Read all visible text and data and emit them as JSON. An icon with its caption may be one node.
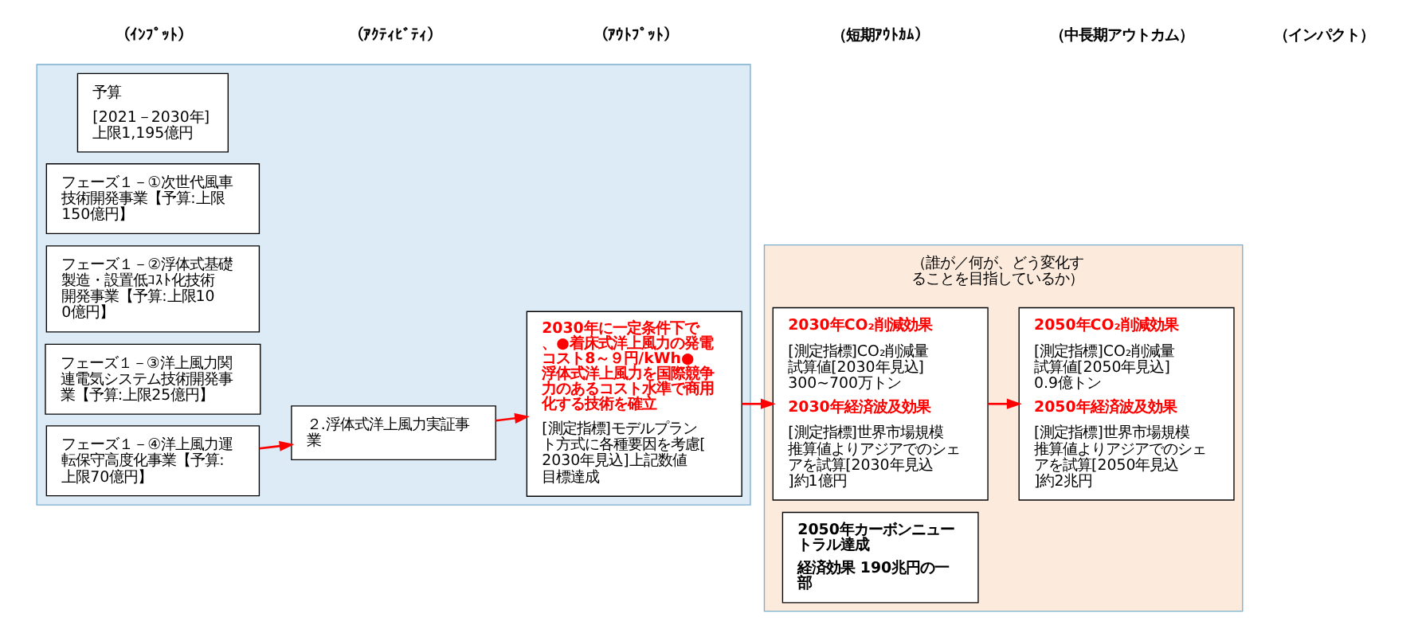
{
  "diagram": {
    "nodes": [
      {
        "text": [],
        "shape": "box"
      },
      {
        "text": [
          "予算",
          "[2021－2030年]上限1,195億円"
        ],
        "in": 0
      },
      {
        "text": [
          "フェーズ１－①次世代風車技術開発事業【予算:上限150億円】"
        ],
        "in": 0
      },
      {
        "text": [
          "フェーズ１－②浮体式基礎製造・設置低ｺｽﾄ化技術開発事業【予算:上限100億円】"
        ],
        "in": 0
      },
      {
        "text": [
          "フェーズ１－③洋上風力関連電気システム技術開発事業【予算:上限25億円】"
        ],
        "in": 0
      },
      {
        "text": [
          "フェーズ１－④洋上風力運転保守高度化事業【予算:上限70億円】"
        ],
        "in": 0
      },
      {
        "text": [
          "２.浮体式洋上風力実証事業"
        ],
        "in": 0
      },
      {
        "text": [
          "2030年に一定条件下で、●着床式洋上風力の発電コスト8～９円/kWh●浮体式洋上風力を国際競争力のあるコスト水準で商用化する技術を確立",
          "[測定指標]モデルプラント方式に各種要因を考慮[2030年見込]上記数値目標達成"
        ],
        "in": 0
      },
      {
        "text": [
          "（誰が／何が、どう変化することを目指しているか）"
        ]
      },
      {
        "text": [
          "2030年CO₂削減効果",
          "[測定指標]CO₂削減量試算値[2030年見込]300~700万トン",
          "2030年経済波及効果",
          "[測定指標]世界市場規模推算値よりアジアでのシェアを試算[2030年見込]約1億円"
        ],
        "in": 8
      },
      {
        "text": [
          "2050年CO₂削減効果",
          "[測定指標]CO₂削減量試算値[2050年見込]0.9億トン",
          "2050年経済波及効果",
          "[測定指標]世界市場規模推算値よりアジアでのシェアを試算[2050年見込]約2兆円"
        ],
        "in": 8
      },
      {
        "text": [
          "2050年カーボンニュートラル達成",
          "経済効果 190兆円の一部"
        ],
        "in": 8
      }
    ],
    "edges": [
      {
        "from": 5,
        "to": 6,
        "arrow": "to",
        "color": "#ff0000"
      },
      {
        "from": 6,
        "to": 7,
        "arrow": "to",
        "color": "#ff0000"
      },
      {
        "from": 7,
        "to": 9,
        "arrow": "to",
        "color": "#ff0000"
      },
      {
        "from": 9,
        "to": 10,
        "arrow": "to",
        "color": "#ff0000"
      }
    ],
    "labels": [
      "（ｲﾝﾌﾟｯﾄ）",
      "（ｱｸﾃｨﾋﾞﾃｨ）",
      "（ｱｳﾄﾌﾟｯﾄ）",
      "（短期ｱｳﾄｶﾑ）",
      "（中長期アウトカム）",
      "（インパクト）"
    ]
  }
}
